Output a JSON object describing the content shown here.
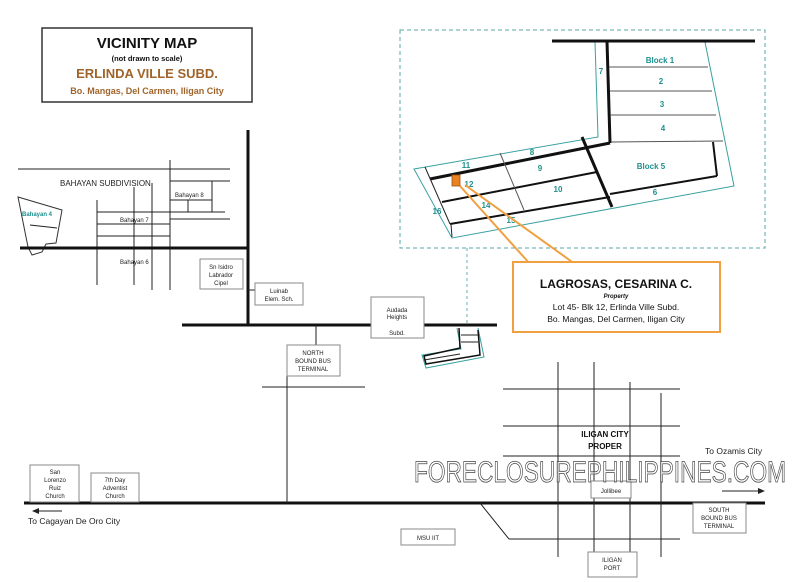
{
  "title_box": {
    "title": "VICINITY MAP",
    "subtitle": "(not drawn to scale)",
    "subdivision": "ERLINDA VILLE SUBD.",
    "address": "Bo. Mangas, Del Carmen, Iligan City"
  },
  "inset": {
    "blocks": [
      "Block 1",
      "2",
      "3",
      "4",
      "Block 5",
      "6",
      "7",
      "8",
      "9",
      "10",
      "11",
      "12",
      "14",
      "15",
      "16"
    ]
  },
  "property": {
    "owner": "LAGROSAS, CESARINA C.",
    "label": "Property",
    "lot": "Lot 45- Blk 12, Erlinda Ville Subd.",
    "address": "Bo. Mangas, Del Carmen, Iligan City"
  },
  "places": {
    "bahayan_subdivision": "BAHAYAN SUBDIVISION",
    "bahayan_4": "Bahayan 4",
    "bahayan_8": "Bahayan 8",
    "bahayan_7": "Bahayan 7",
    "bahayan_6": "Bahayan 6",
    "san_isidro": [
      "Sn Isidro",
      "Labrador",
      "Cipel"
    ],
    "luinab": [
      "Luinab",
      "Elem. Sch."
    ],
    "audada": [
      "Audada",
      "Heights",
      "Subd."
    ],
    "north_terminal": [
      "NORTH",
      "BOUND BUS",
      "TERMINAL"
    ],
    "san_lorenzo": [
      "San",
      "Lorenzo",
      "Ruiz",
      "Church"
    ],
    "adventist": [
      "7th Day",
      "Adventist",
      "Church"
    ],
    "to_cdo": "To Cagayan De Oro City",
    "msu_iit": "MSU IIT",
    "iligan_proper": [
      "ILIGAN CITY",
      "PROPER"
    ],
    "jollibee": "Jollibee",
    "to_ozamis": "To Ozamis City",
    "south_terminal": [
      "SOUTH",
      "BOUND BUS",
      "TERMINAL"
    ],
    "iligan_port": [
      "ILIGAN",
      "PORT"
    ]
  },
  "watermark": "FORECLOSUREPHILIPPINES.COM",
  "colors": {
    "teal": "#1f8f8f",
    "orange": "#f0a040",
    "brown": "#a0642a",
    "property_fill": "#e8831f"
  }
}
